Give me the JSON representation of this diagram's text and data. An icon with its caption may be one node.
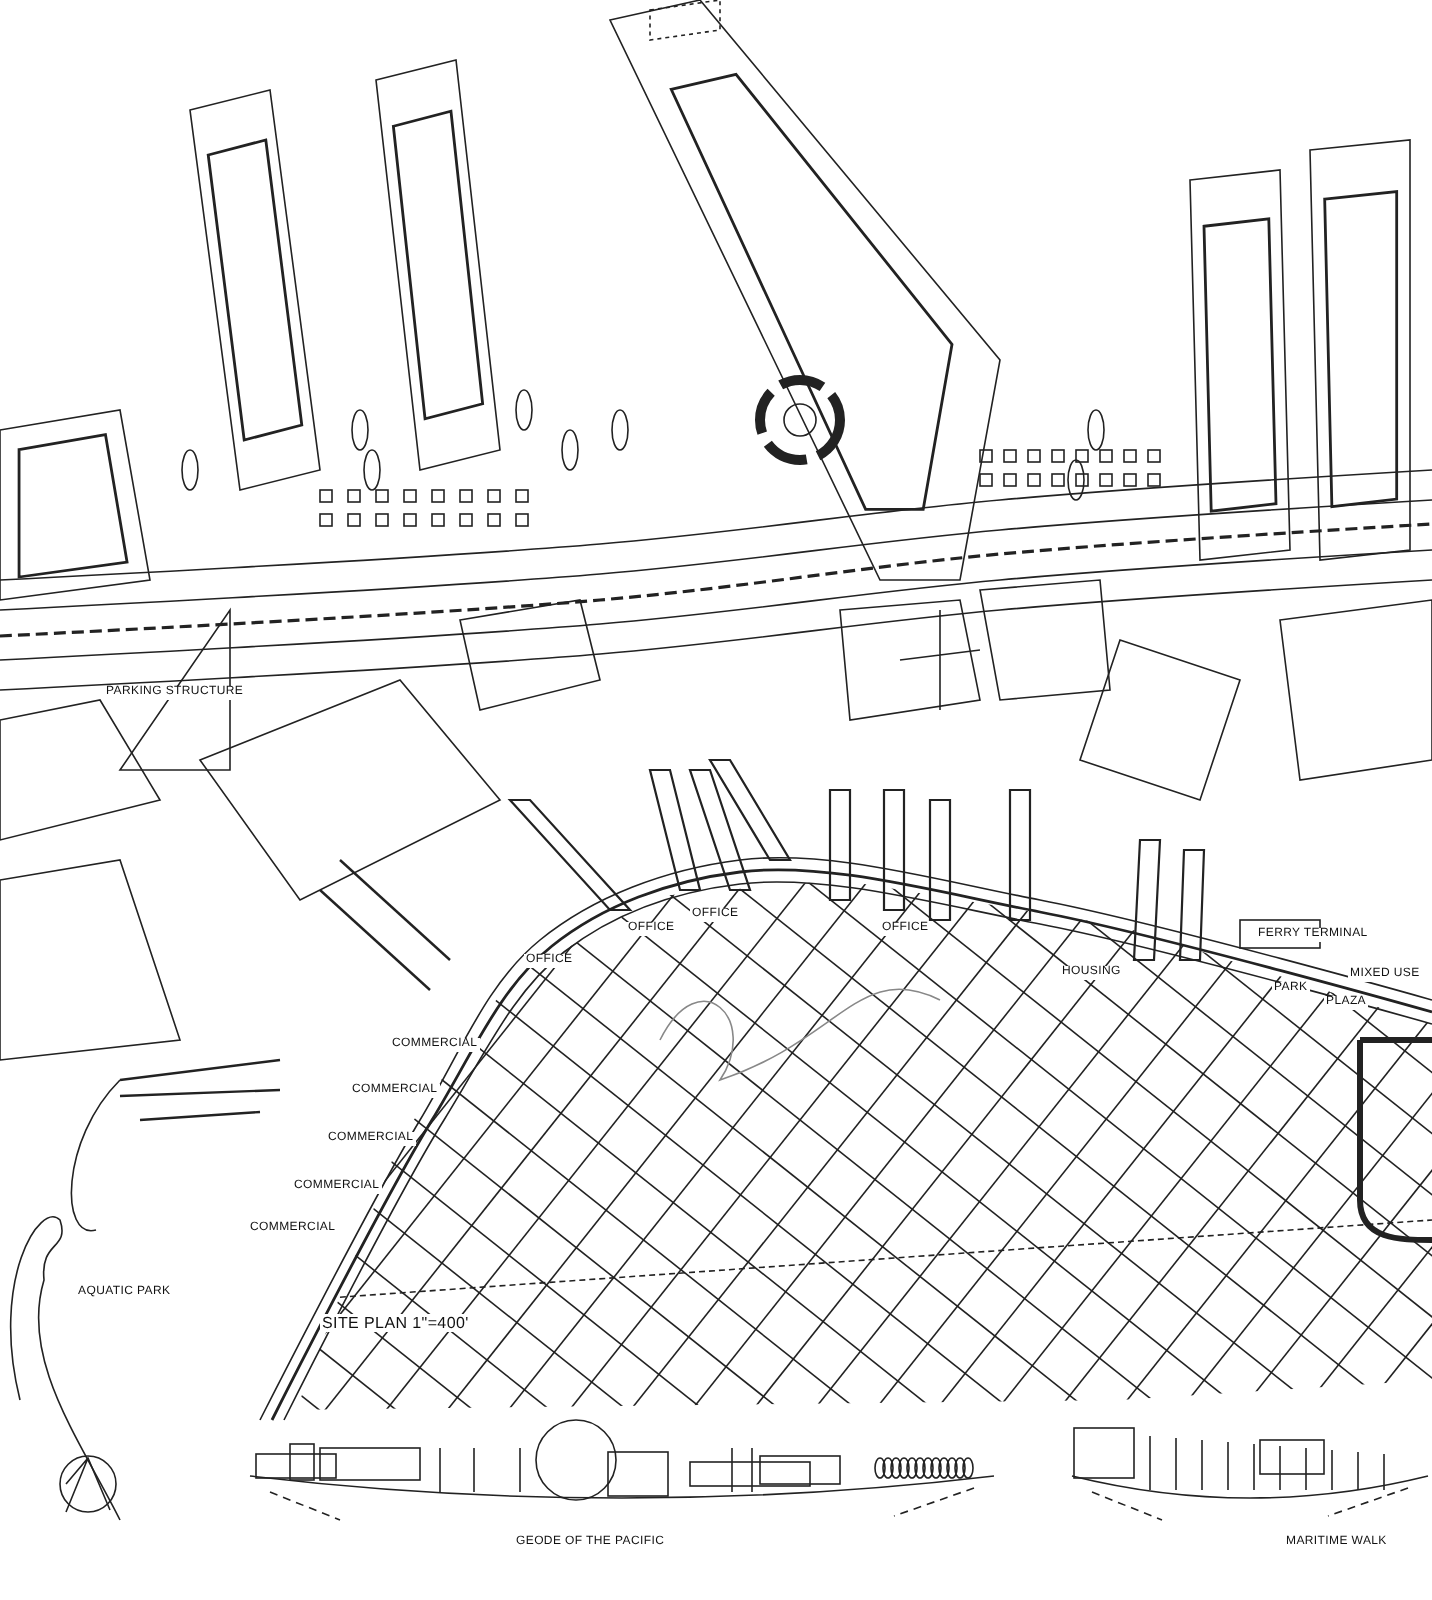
{
  "diagram": {
    "title": "SITE PLAN 1\"=400'",
    "labels": [
      "PARKING STRUCTURE",
      "OFFICE",
      "OFFICE",
      "OFFICE",
      "OFFICE",
      "HOUSING",
      "FERRY TERMINAL",
      "PARK",
      "PLAZA",
      "MIXED USE",
      "COMMERCIAL",
      "COMMERCIAL",
      "COMMERCIAL",
      "COMMERCIAL",
      "COMMERCIAL",
      "AQUATIC PARK",
      "GEODE OF THE PACIFIC",
      "MARITIME WALK"
    ]
  }
}
